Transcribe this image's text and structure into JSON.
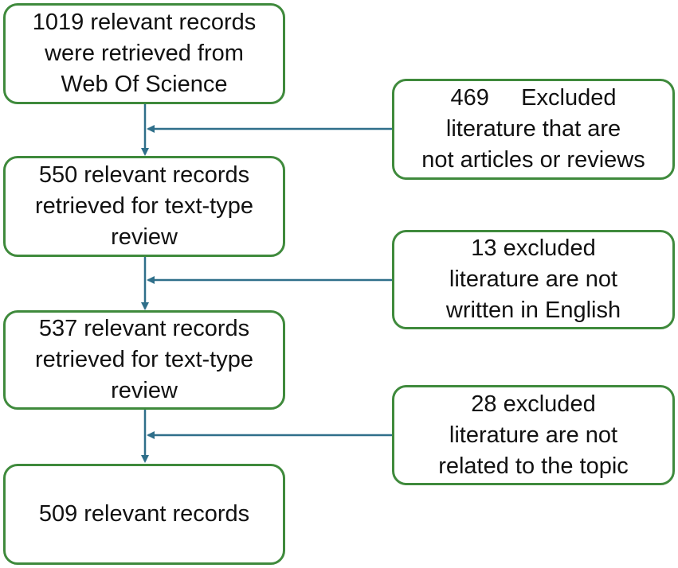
{
  "main_steps": [
    {
      "lines": [
        "1019 relevant records",
        "were retrieved  from",
        "Web  Of Science"
      ]
    },
    {
      "lines": [
        "550 relevant records",
        "retrieved  for  text-type",
        "review"
      ]
    },
    {
      "lines": [
        "537 relevant records",
        "retrieved for text-type",
        "review"
      ]
    },
    {
      "lines": [
        "509 relevant records"
      ]
    }
  ],
  "exclusions": [
    {
      "lines": [
        "469     Excluded",
        "literature that are",
        "not articles or reviews"
      ]
    },
    {
      "lines": [
        "13 excluded",
        "literature are not",
        "written in English"
      ]
    },
    {
      "lines": [
        "28 excluded",
        "literature are not",
        "related to the topic"
      ]
    }
  ],
  "colors": {
    "box_border": "#3f8a3c",
    "arrow": "#2f6f8a",
    "text": "#111111"
  }
}
